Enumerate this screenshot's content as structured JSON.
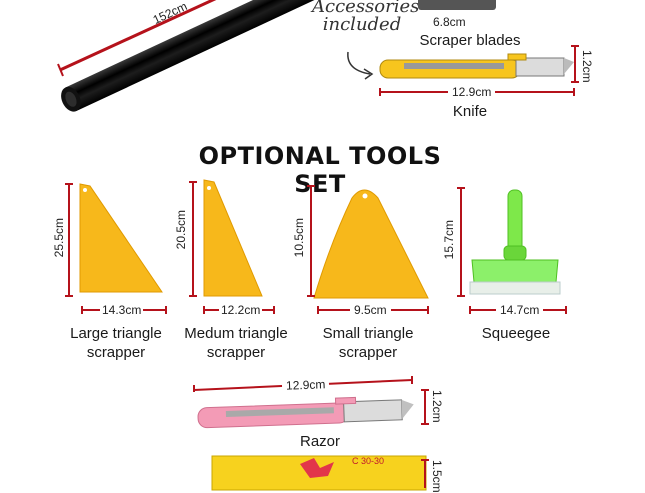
{
  "top": {
    "film_length": "152cm",
    "accessories_note_line1": "Accessories",
    "accessories_note_line2": "included",
    "blade_width": "6.8cm",
    "blades_label": "Scraper blades",
    "knife_width": "12.9cm",
    "knife_height": "1.2cm",
    "knife_label": "Knife"
  },
  "section_title": "OPTIONAL TOOLS SET",
  "tools": [
    {
      "height": "25.5cm",
      "width": "14.3cm",
      "label_line1": "Large triangle",
      "label_line2": "scrapper"
    },
    {
      "height": "20.5cm",
      "width": "12.2cm",
      "label_line1": "Medum triangle",
      "label_line2": "scrapper"
    },
    {
      "height": "10.5cm",
      "width": "9.5cm",
      "label_line1": "Small triangle",
      "label_line2": "scrapper"
    },
    {
      "height": "15.7cm",
      "width": "14.7cm",
      "label_line1": "Squeegee",
      "label_line2": ""
    }
  ],
  "razor": {
    "width": "12.9cm",
    "height": "1.2cm",
    "label": "Razor"
  },
  "box": {
    "height": "1.5cm",
    "print": "C 30-30"
  },
  "colors": {
    "dim_line": "#b5121b",
    "yellow": "#f7b81b",
    "pink": "#f39bb6",
    "green": "#7ee84a",
    "film": "#0a0a0a"
  }
}
